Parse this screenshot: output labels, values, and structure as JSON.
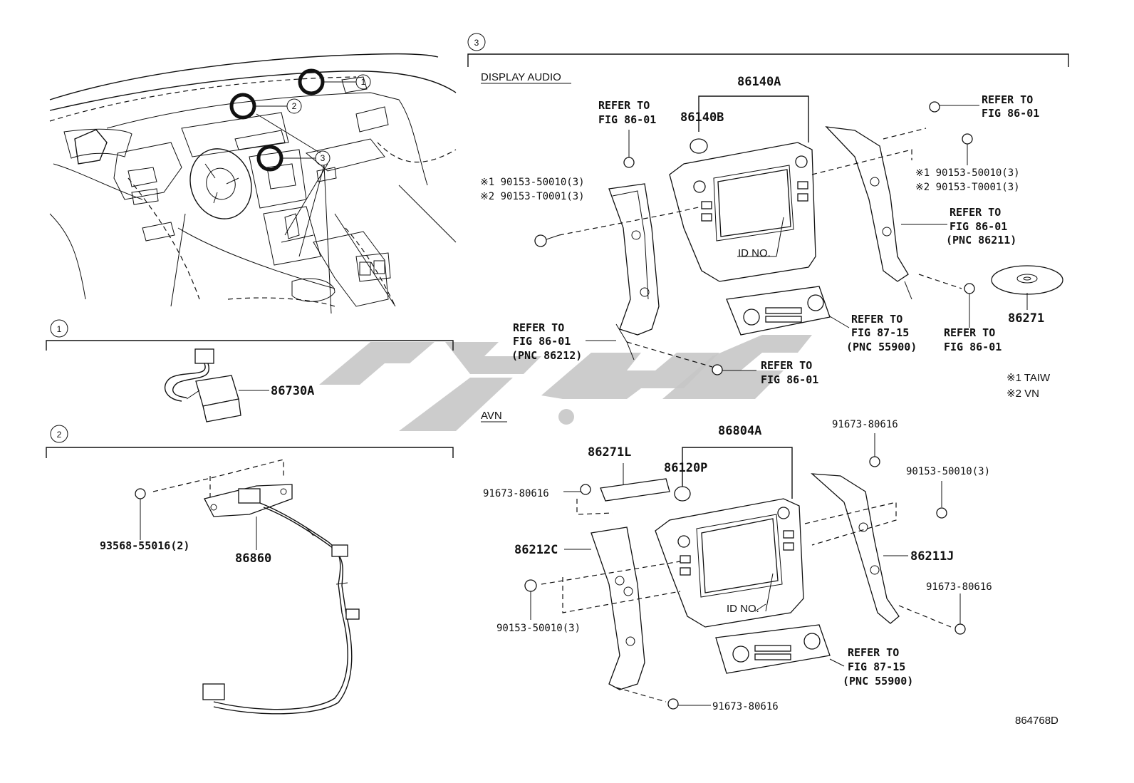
{
  "sections": {
    "s1": {
      "num": "1"
    },
    "s2": {
      "num": "2"
    },
    "s3": {
      "num": "3",
      "display_audio": "DISPLAY AUDIO",
      "avn": "AVN"
    }
  },
  "callouts": [
    "1",
    "2",
    "3"
  ],
  "labels": {
    "p86730A": "86730A",
    "p93568": "93568-55016(2)",
    "p86860": "86860",
    "p86140A": "86140A",
    "p86140B": "86140B",
    "refer1_a": "REFER TO",
    "refer1_b": "FIG 86-01",
    "bolt_left_1": "※1 90153-50010(3)",
    "bolt_left_2": "※2 90153-T0001(3)",
    "refer2_a": "REFER TO",
    "refer2_b": "FIG 86-01",
    "bolt_right_1": "※1 90153-50010(3)",
    "bolt_right_2": "※2 90153-T0001(3)",
    "refer3_a": "REFER TO",
    "refer3_b": "FIG 86-01",
    "refer3_c": "(PNC 86211)",
    "id_no_1": "ID NO.",
    "p86271": "86271",
    "refer4_a": "REFER TO",
    "refer4_b": "FIG 86-01",
    "refer4_c": "(PNC 86212)",
    "refer5_a": "REFER TO",
    "refer5_b": "FIG 87-15",
    "refer5_c": "(PNC 55900)",
    "refer6_a": "REFER TO",
    "refer6_b": "FIG 86-01",
    "refer7_a": "REFER TO",
    "refer7_b": "FIG 86-01",
    "note1": "※1 TAIW",
    "note2": "※2 VN",
    "p86804A": "86804A",
    "p91673_top": "91673-80616",
    "p86271L": "86271L",
    "p86120P": "86120P",
    "p90153_r": "90153-50010(3)",
    "p91673_left": "91673-80616",
    "p86212C": "86212C",
    "p86211J": "86211J",
    "p91673_right": "91673-80616",
    "p90153_l": "90153-50010(3)",
    "id_no_2": "ID NO.",
    "refer8_a": "REFER TO",
    "refer8_b": "FIG 87-15",
    "refer8_c": "(PNC 55900)",
    "p91673_bottom": "91673-80616",
    "drawing_no": "864768D"
  },
  "colors": {
    "line": "#111111",
    "watermark": "#c7c7c7",
    "background": "#ffffff"
  }
}
